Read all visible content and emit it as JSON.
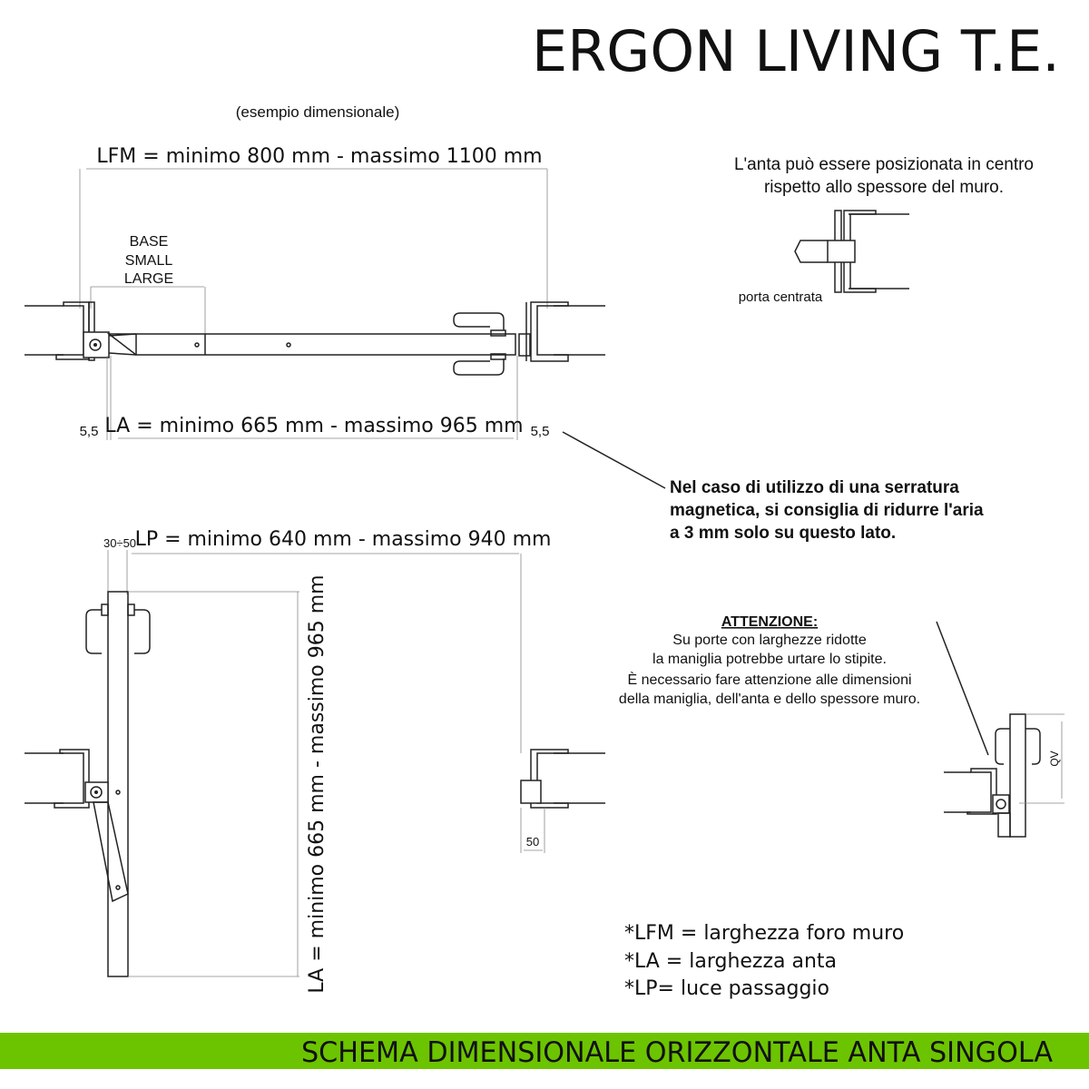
{
  "title": "ERGON LIVING T.E.",
  "subtitle": "(esempio dimensionale)",
  "lfm_label": "LFM = minimo 800 mm - massimo 1100 mm",
  "base_label": [
    "BASE",
    "SMALL",
    "LARGE"
  ],
  "la_label": "LA = minimo 665 mm - massimo 965 mm",
  "gap_left": "5,5",
  "gap_right": "5,5",
  "centered_note": [
    "L'anta può essere posizionata in centro",
    "rispetto allo spessore del muro."
  ],
  "centered_caption": "porta centrata",
  "magnetic_note": [
    "Nel caso di utilizzo di una serratura",
    "magnetica, si consiglia di ridurre l'aria",
    "a 3 mm solo su questo lato."
  ],
  "lp_offset": "30÷50",
  "lp_label": "LP = minimo 640 mm - massimo 940 mm",
  "la_vertical_label": "LA = minimo 665 mm - massimo 965 mm",
  "dim_50": "50",
  "warning": {
    "heading": "ATTENZIONE:",
    "lines": [
      "Su porte con larghezze ridotte",
      "la maniglia potrebbe urtare lo stipite.",
      "È necessario fare attenzione alle dimensioni",
      "della maniglia, dell'anta e dello spessore muro."
    ]
  },
  "qv_label": "QV",
  "legend": [
    "*LFM = larghezza foro muro",
    "*LA = larghezza anta",
    "*LP= luce passaggio"
  ],
  "footer": "SCHEMA DIMENSIONALE ORIZZONTALE ANTA SINGOLA",
  "colors": {
    "footer_bar": "#6cc400"
  }
}
